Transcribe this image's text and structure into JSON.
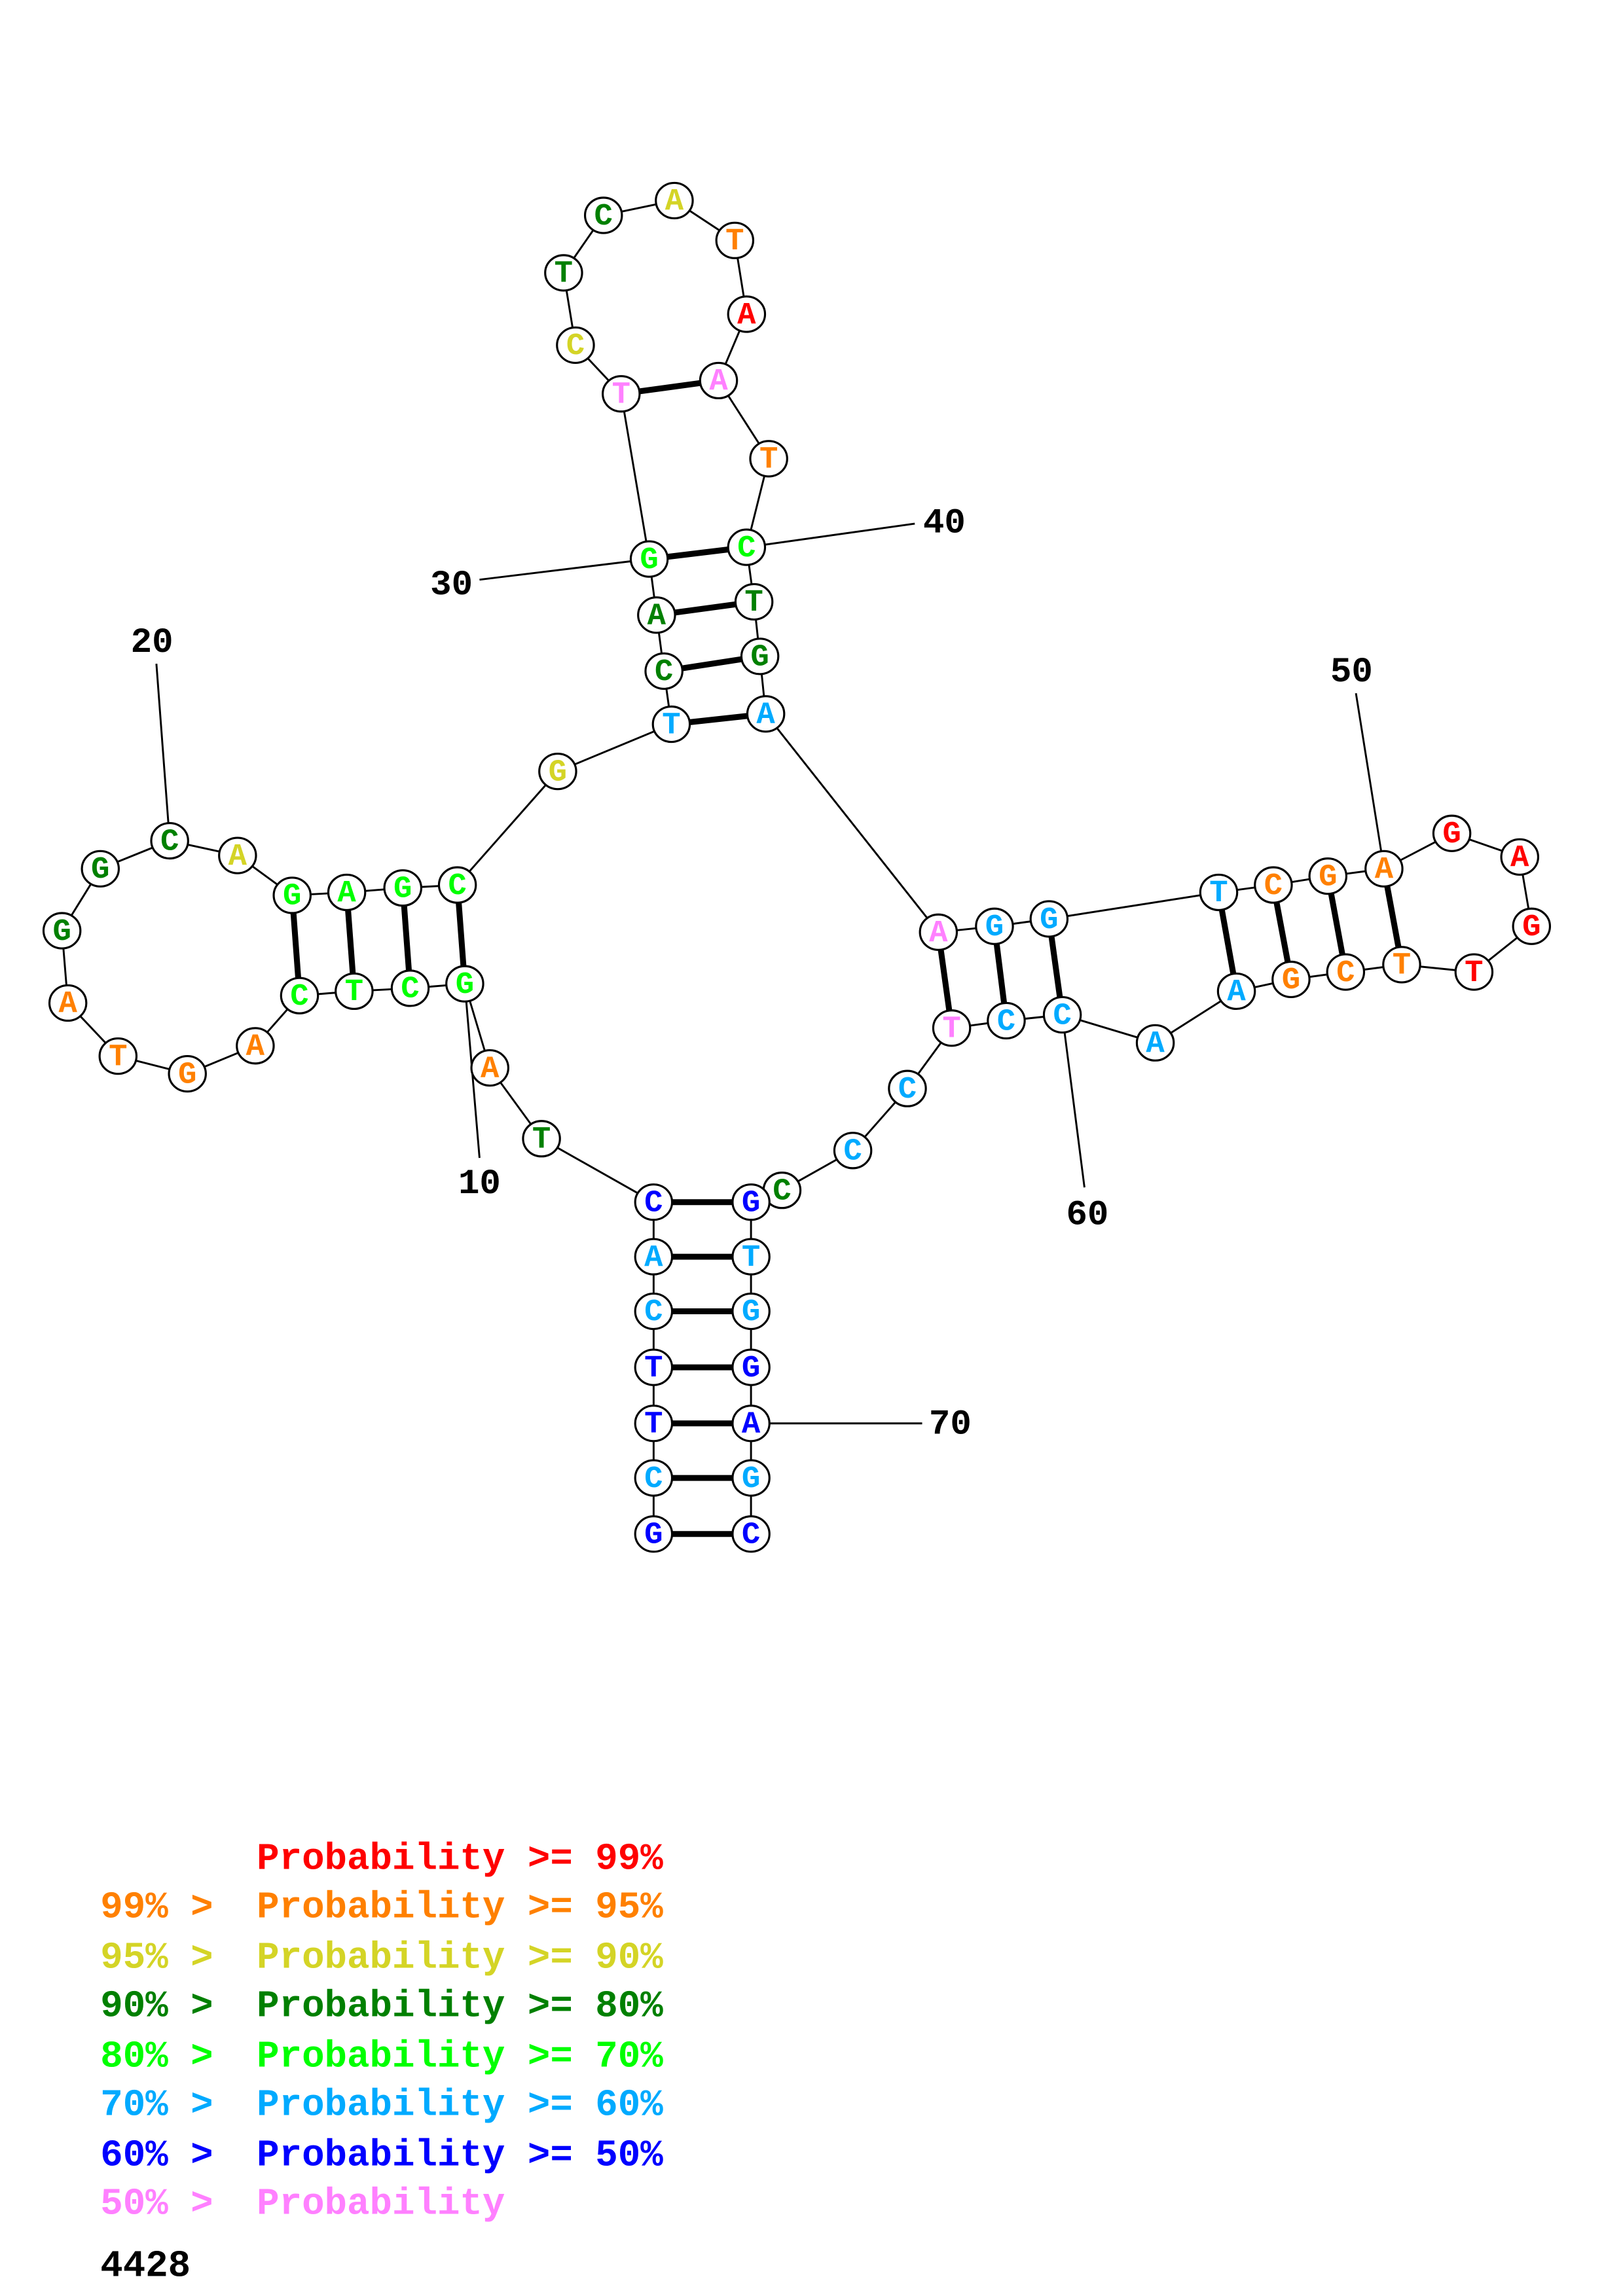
{
  "colors": {
    "p99": "#ff0000",
    "p95": "#ff8000",
    "p90": "#d4d426",
    "p80": "#008000",
    "p70": "#00ff00",
    "p60": "#00aaff",
    "p50": "#0000ff",
    "plow": "#ff80ff"
  },
  "structure": {
    "sequence": [
      "G",
      "C",
      "T",
      "T",
      "C",
      "A",
      "C",
      "T",
      "A",
      "G",
      "C",
      "T",
      "C",
      "A",
      "G",
      "T",
      "A",
      "G",
      "G",
      "C",
      "A",
      "G",
      "A",
      "G",
      "C",
      "G",
      "T",
      "C",
      "A",
      "G",
      "T",
      "C",
      "T",
      "C",
      "A",
      "T",
      "A",
      "A",
      "T",
      "C",
      "T",
      "G",
      "A",
      "A",
      "G",
      "G",
      "T",
      "C",
      "G",
      "A",
      "G",
      "A",
      "G",
      "T",
      "T",
      "C",
      "G",
      "A",
      "A",
      "C",
      "C",
      "T",
      "C",
      "C",
      "C",
      "G",
      "T",
      "G",
      "G",
      "A",
      "G",
      "C"
    ],
    "probability_class": [
      "p50",
      "p60",
      "p50",
      "p50",
      "p60",
      "p60",
      "p50",
      "p80",
      "p95",
      "p70",
      "p70",
      "p70",
      "p70",
      "p95",
      "p95",
      "p95",
      "p95",
      "p80",
      "p80",
      "p80",
      "p90",
      "p70",
      "p70",
      "p70",
      "p70",
      "p90",
      "p60",
      "p80",
      "p80",
      "p70",
      "plow",
      "p90",
      "p80",
      "p80",
      "p90",
      "p95",
      "p99",
      "plow",
      "p95",
      "p70",
      "p80",
      "p80",
      "p60",
      "plow",
      "p60",
      "p60",
      "p60",
      "p95",
      "p95",
      "p95",
      "p99",
      "p99",
      "p99",
      "p99",
      "p95",
      "p95",
      "p95",
      "p60",
      "p60",
      "p60",
      "p60",
      "plow",
      "p60",
      "p60",
      "p80",
      "p50",
      "p60",
      "p60",
      "p50",
      "p50",
      "p60",
      "p50"
    ],
    "pairs": [
      [
        1,
        72
      ],
      [
        2,
        71
      ],
      [
        3,
        70
      ],
      [
        4,
        69
      ],
      [
        5,
        68
      ],
      [
        6,
        67
      ],
      [
        7,
        66
      ],
      [
        10,
        25
      ],
      [
        11,
        24
      ],
      [
        12,
        23
      ],
      [
        13,
        22
      ],
      [
        27,
        43
      ],
      [
        28,
        42
      ],
      [
        29,
        41
      ],
      [
        30,
        40
      ],
      [
        31,
        38
      ],
      [
        44,
        62
      ],
      [
        45,
        61
      ],
      [
        46,
        60
      ],
      [
        47,
        58
      ],
      [
        48,
        57
      ],
      [
        49,
        56
      ],
      [
        50,
        55
      ]
    ],
    "position_labels": [
      "10",
      "20",
      "30",
      "40",
      "50",
      "60",
      "70"
    ]
  },
  "legend": {
    "lines": [
      {
        "prefix": "",
        "text": "Probability >= 99%",
        "cls": "p99"
      },
      {
        "prefix": "99% > ",
        "text": "Probability >= 95%",
        "cls": "p95"
      },
      {
        "prefix": "95% > ",
        "text": "Probability >= 90%",
        "cls": "p90"
      },
      {
        "prefix": "90% > ",
        "text": "Probability >= 80%",
        "cls": "p80"
      },
      {
        "prefix": "80% > ",
        "text": "Probability >= 70%",
        "cls": "p70"
      },
      {
        "prefix": "70% > ",
        "text": "Probability >= 60%",
        "cls": "p60"
      },
      {
        "prefix": "60% > ",
        "text": "Probability >= 50%",
        "cls": "p50"
      },
      {
        "prefix": "50% > ",
        "text": "Probability",
        "cls": "plow"
      }
    ],
    "id": "4428"
  }
}
